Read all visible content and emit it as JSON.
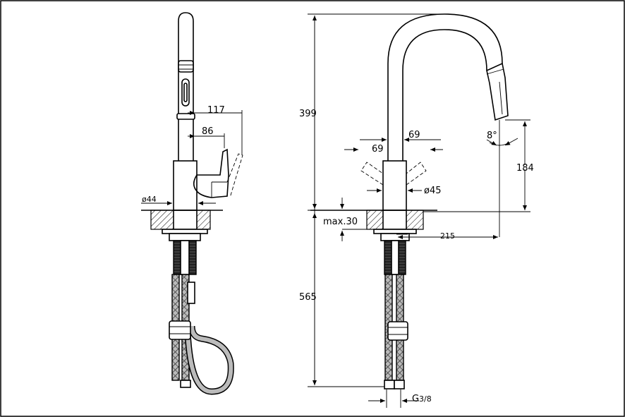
{
  "dimensions": {
    "side_view": {
      "d117": "117",
      "d86": "86",
      "diam44": "ø44"
    },
    "front_view": {
      "h399": "399",
      "h565": "565",
      "h184": "184",
      "r69_left": "69",
      "r69_right": "69",
      "diam45": "ø45",
      "max30": "max.30",
      "d215": "215",
      "angle8": "8°",
      "thread_g": "G",
      "thread_frac": "3/8"
    }
  }
}
